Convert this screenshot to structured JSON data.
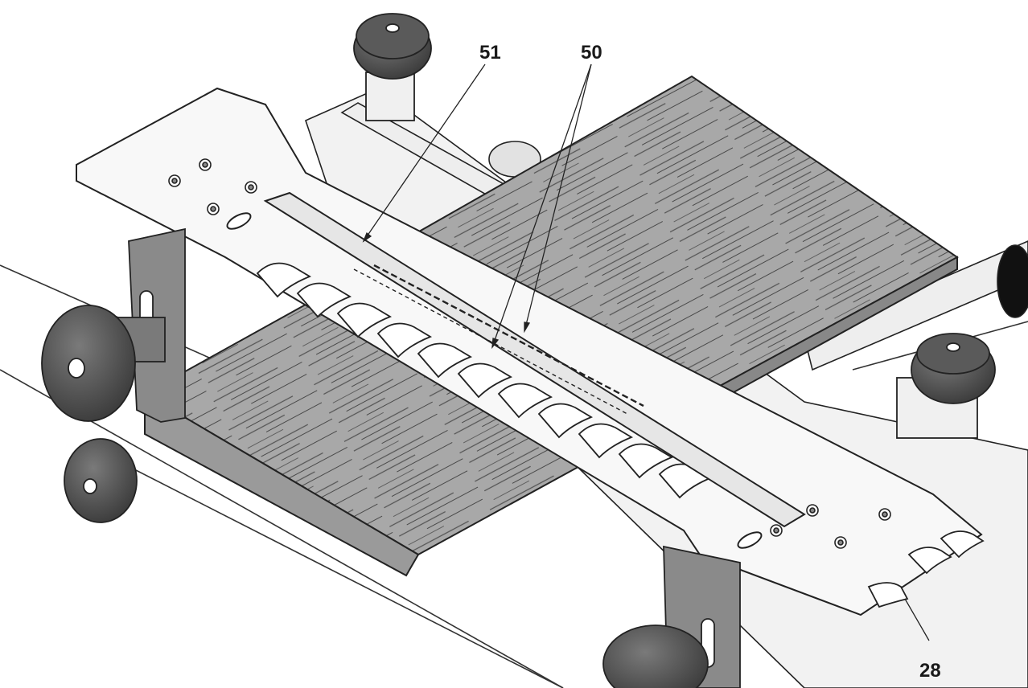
{
  "callouts": {
    "c51": "51",
    "c50": "50",
    "c28": "28"
  }
}
